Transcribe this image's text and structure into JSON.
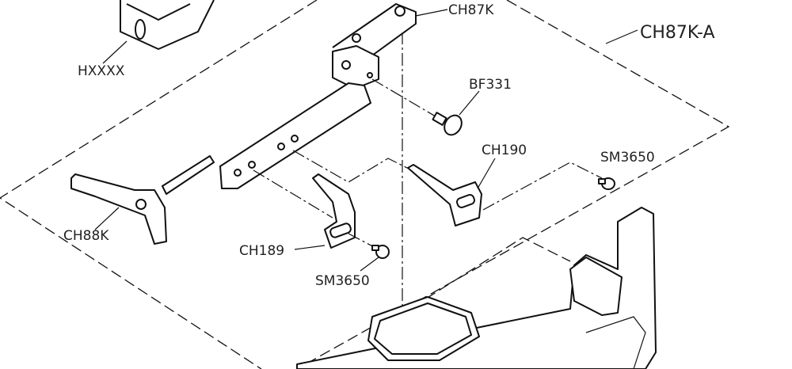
{
  "diagram": {
    "assembly_label": "CH87K-A",
    "labels": {
      "hxxxx": "HXXXX",
      "ch87k": "CH87K",
      "bf331": "BF331",
      "ch190": "CH190",
      "sm3650_right": "SM3650",
      "ch88k": "CH88K",
      "ch189": "CH189",
      "sm3650_bottom": "SM3650"
    }
  }
}
